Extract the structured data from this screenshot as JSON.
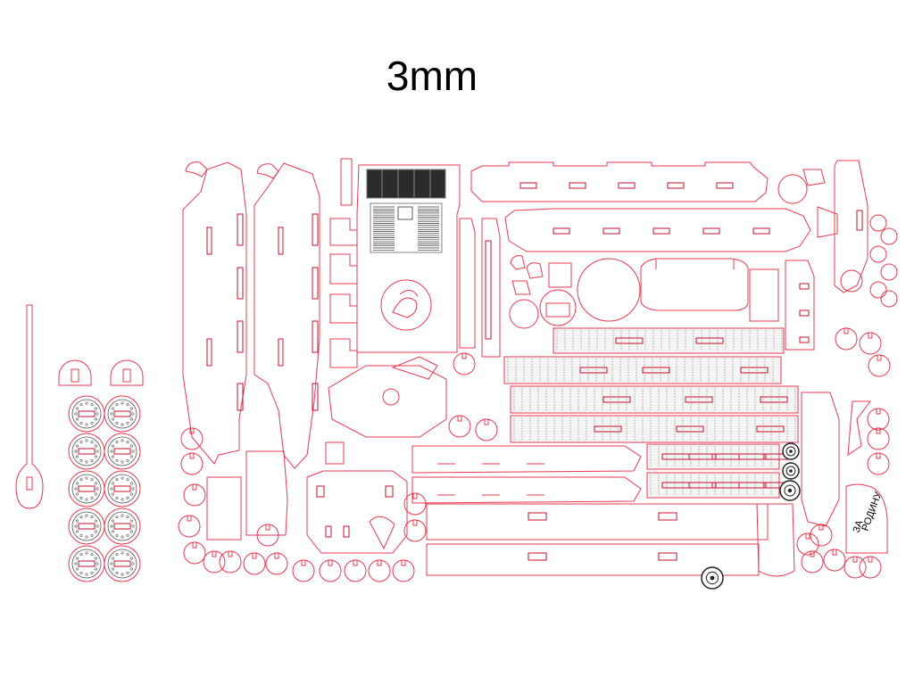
{
  "title": "3mm",
  "engraving_text_1": "ЗА",
  "engraving_text_2": "РОДИНУ",
  "colors": {
    "cut": "#e8384f",
    "engrave": "#555555",
    "slot": "#c8102e",
    "text": "#000000"
  }
}
